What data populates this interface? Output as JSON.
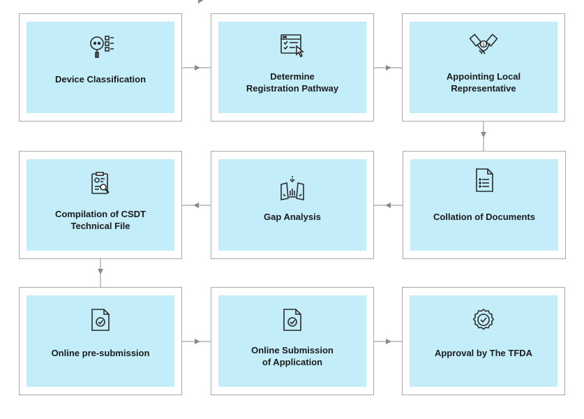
{
  "colors": {
    "box_fill": "#c3eef9",
    "box_border": "#a8a8a8",
    "connector": "#8a8a8a",
    "text": "#1b1b1b",
    "icon": "#2a2a2a"
  },
  "steps": [
    {
      "label": "Device Classification",
      "icon": "magnifier-list-icon"
    },
    {
      "label": "Determine\nRegistration Pathway",
      "icon": "browser-checklist-cursor-icon"
    },
    {
      "label": "Appointing Local\nRepresentative",
      "icon": "handshake-icon"
    },
    {
      "label": "Collation of Documents",
      "icon": "document-list-icon"
    },
    {
      "label": "Gap Analysis",
      "icon": "gap-analysis-icon"
    },
    {
      "label": "Compilation of CSDT\nTechnical File",
      "icon": "report-magnifier-icon"
    },
    {
      "label": "Online pre-submission",
      "icon": "document-check-icon"
    },
    {
      "label": "Online Submission\nof Application",
      "icon": "document-check-icon"
    },
    {
      "label": "Approval by The TFDA",
      "icon": "badge-check-icon"
    }
  ]
}
